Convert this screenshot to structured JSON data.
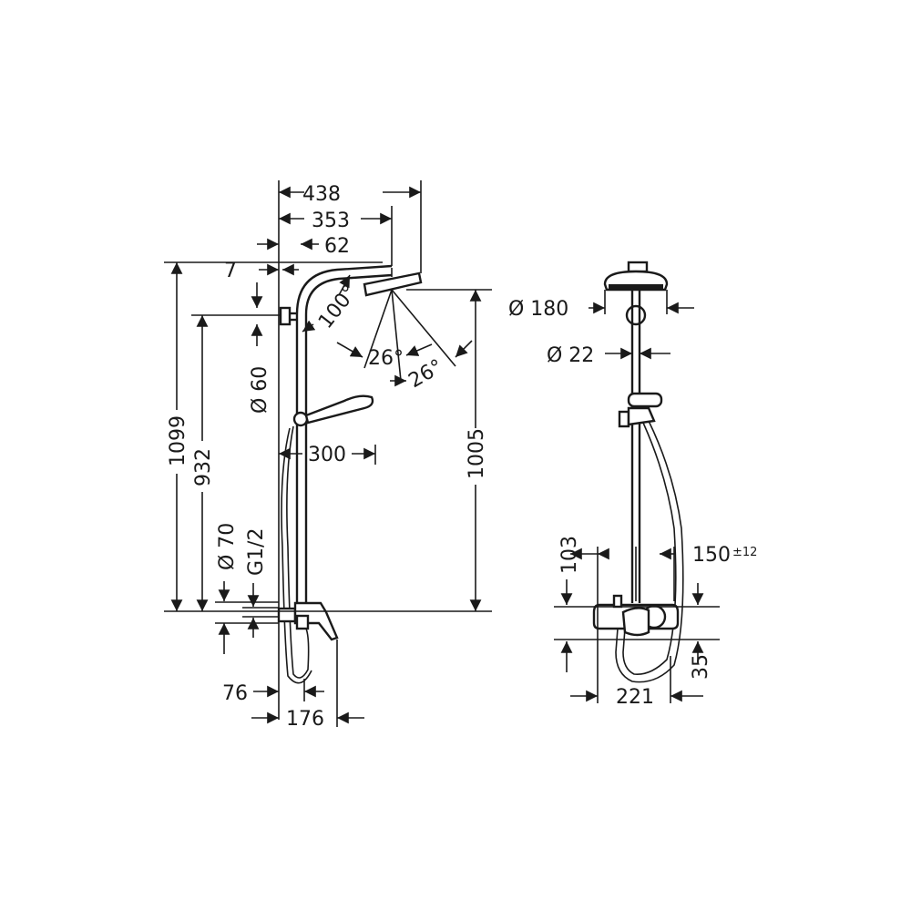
{
  "side_view": {
    "dimensions": {
      "width_overall": "438",
      "width_arm": "353",
      "head_offset": "62",
      "arm_offset": "7",
      "tilt_angle": "100°",
      "spray_left": "26°",
      "spray_right": "26°",
      "bar_diameter": "Ø 60",
      "handshower_reach": "300",
      "height_total": "1099",
      "height_bracket": "932",
      "height_head": "1005",
      "inlet_diameter": "Ø 70",
      "inlet_thread": "G1/2",
      "mixer_offset": "76",
      "mixer_depth": "176"
    }
  },
  "front_view": {
    "dimensions": {
      "head_diameter": "Ø 180",
      "pipe_diameter": "Ø 22",
      "center_left": "103",
      "center_right": "150",
      "tolerance": "±12",
      "inlet_height": "35",
      "mixer_width": "221"
    }
  }
}
